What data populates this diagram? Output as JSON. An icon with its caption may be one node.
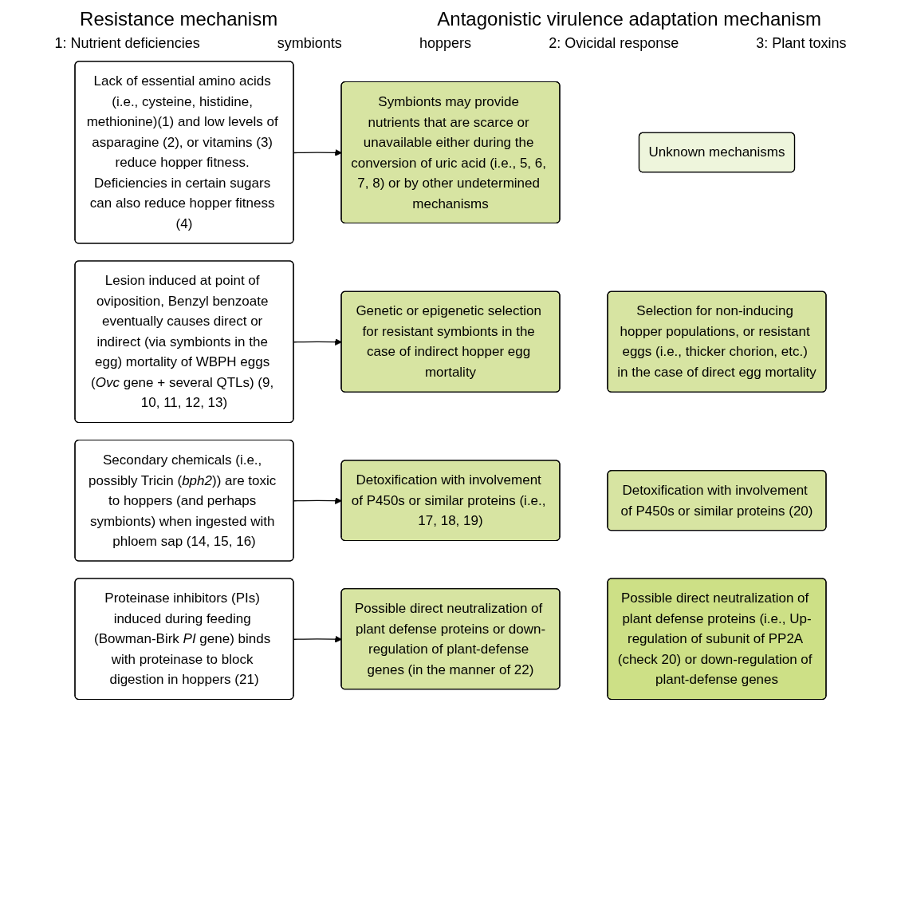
{
  "diagram": {
    "nodes": [
      {
        "text": [
          "Lack of essential amino acids (i.e., cysteine, histidine, methionine)(1) and low levels of asparagine (2), or vitamins (3) reduce hopper fitness. Deficiencies in certain sugars can also reduce hopper fitness (4)"
        ]
      },
      {
        "text": [
          "Symbionts may provide nutrients that are scarce or unavailable either during the conversion of uric acid (i.e., 5, 6, 7, 8) or by other undetermined mechanisms"
        ]
      },
      {
        "text": [
          "Unknown mechanisms"
        ]
      },
      {
        "text": [
          "Lesion induced at point of oviposition, Benzyl benzoate eventually causes direct or indirect (via symbionts in the egg) mortality of WBPH eggs (*Ovc* gene + several QTLs) (9, 10, 11, 12, 13)"
        ]
      },
      {
        "text": [
          "Genetic or epigenetic selection for resistant symbionts in the case of indirect hopper egg mortality"
        ]
      },
      {
        "text": [
          "Selection for non-inducing hopper populations, or resistant eggs (i.e., thicker chorion, etc.) in the case of direct egg mortality"
        ]
      },
      {
        "text": [
          "Secondary chemicals (i.e., possibly Tricin (*bph2*)) are toxic to hoppers (and perhaps symbionts) when ingested with phloem sap (14, 15, 16)"
        ]
      },
      {
        "text": [
          "Detoxification with involvement of P450s or similar proteins (i.e., 17, 18, 19)"
        ]
      },
      {
        "text": [
          "Detoxification with involvement of P450s or similar proteins (20)"
        ]
      },
      {
        "text": [
          "Proteinase inhibitors (PIs) induced during feeding (Bowman-Birk *PI* gene) binds with proteinase to block digestion in hoppers (21)"
        ]
      },
      {
        "text": [
          "Possible direct neutralization of plant defense proteins or down-regulation of plant-defense genes (in the manner of 22)"
        ]
      },
      {
        "text": [
          "Possible direct neutralization of plant defense proteins (i.e., Up-regulation of subunit of PP2A (check 20) or down-regulation of plant-defense genes"
        ]
      }
    ],
    "edges": [
      {
        "from": 0,
        "to": 1,
        "arrow": "to"
      },
      {
        "from": 3,
        "to": 4,
        "arrow": "to"
      },
      {
        "from": 6,
        "to": 7,
        "arrow": "to"
      },
      {
        "from": 9,
        "to": 10,
        "arrow": "to"
      }
    ],
    "labels": [
      "Resistance mechanism",
      "Antagonistic virulence adaptation mechanism",
      "1: Nutrient deficiencies",
      "symbionts",
      "hoppers",
      "2: Ovicidal response",
      "3: Plant toxins"
    ]
  }
}
